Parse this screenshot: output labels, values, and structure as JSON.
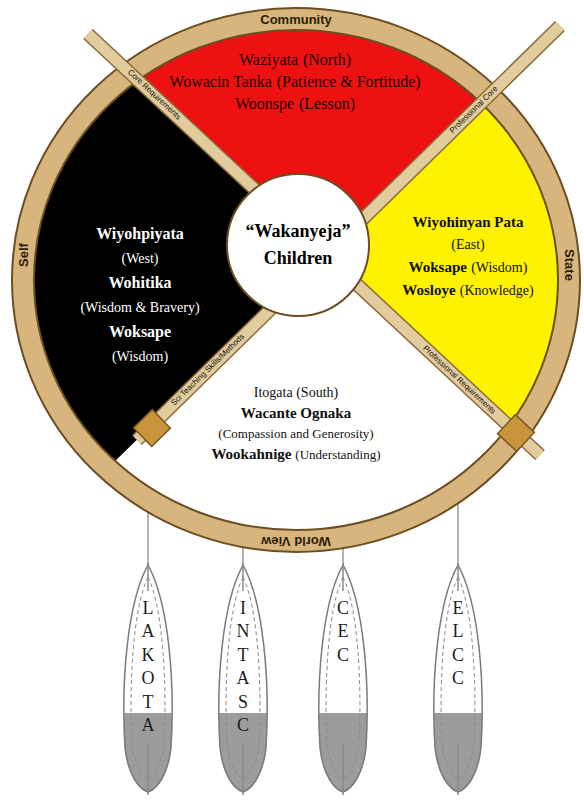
{
  "diagram": {
    "nodes": [
      {
        "text": [
          "Community",
          "State",
          "World View",
          "Self"
        ]
      },
      {
        "text": [
          "Waziyata",
          "(North)",
          "Wowacin Tanka",
          "(Patience & Fortitude)",
          "Woonspe",
          "(Lesson)"
        ],
        "in": 0
      },
      {
        "text": [
          "Wiyohpiyata",
          "(West)",
          "Wohitika",
          "(Wisdom & Bravery)",
          "Woksape",
          "(Wisdom)"
        ],
        "in": 0
      },
      {
        "text": [
          "“Wakanyeja”",
          "Children"
        ],
        "in": 0
      },
      {
        "text": [
          "Wiyohinyan Pata",
          "(East)",
          "Woksape",
          "(Wisdom)",
          "Wosloye",
          "(Knowledge)"
        ],
        "in": 0
      },
      {
        "text": [
          "Itogata (South)",
          "Wacante Ognaka",
          "(Compassion and Generosity)",
          "Wookahnige",
          "(Understanding)"
        ],
        "in": 0
      },
      {
        "text": [
          "LAKOTA"
        ]
      },
      {
        "text": [
          "INTASC"
        ]
      },
      {
        "text": [
          "CEC"
        ]
      },
      {
        "text": [
          "ELCC"
        ]
      }
    ],
    "labels": [
      "Core Requirements",
      "Professional Core",
      "Sci Teaching Skills/Methods",
      "Professional Requirements"
    ]
  }
}
